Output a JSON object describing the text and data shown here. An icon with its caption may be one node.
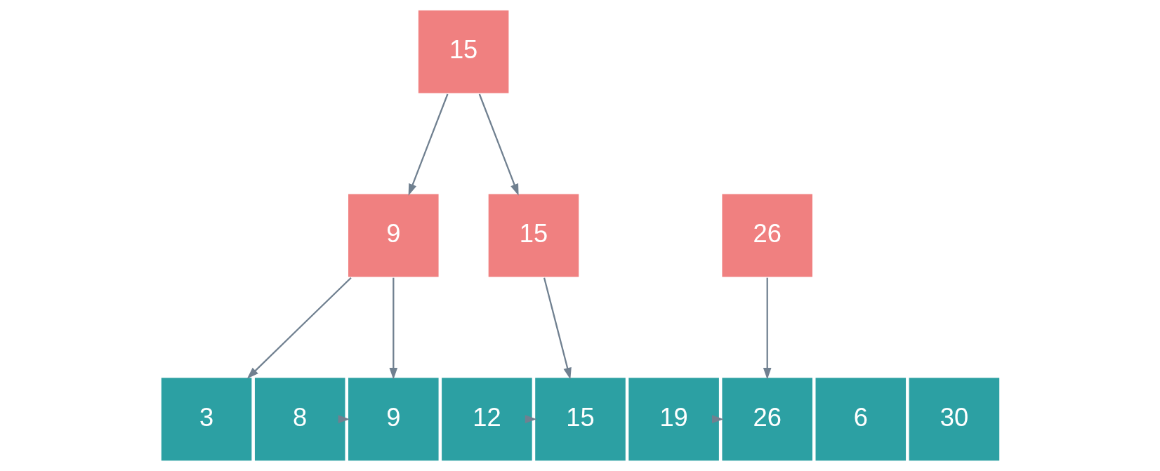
{
  "diagram": {
    "nodes": [
      {
        "text": [
          "15"
        ]
      },
      {
        "text": [
          "9"
        ]
      },
      {
        "text": [
          "15"
        ]
      },
      {
        "text": [
          "26"
        ]
      },
      {
        "text": [
          "3"
        ]
      },
      {
        "text": [
          "6"
        ]
      },
      {
        "text": [
          "8"
        ]
      },
      {
        "text": [
          "9"
        ]
      },
      {
        "text": [
          "12"
        ]
      },
      {
        "text": [
          "15"
        ]
      },
      {
        "text": [
          "19"
        ]
      },
      {
        "text": [
          "26"
        ]
      },
      {
        "text": [
          "30"
        ]
      }
    ],
    "edges": [
      {
        "from": 0,
        "to": 1,
        "arrow": "to"
      },
      {
        "from": 0,
        "to": 2,
        "arrow": "to"
      },
      {
        "from": 1,
        "to": 4,
        "arrow": "to"
      },
      {
        "from": 1,
        "to": 7,
        "arrow": "to"
      },
      {
        "from": 2,
        "to": 9,
        "arrow": "to"
      },
      {
        "from": 3,
        "to": 11,
        "arrow": "to"
      },
      {
        "from": 6,
        "to": 7,
        "arrow": "to"
      },
      {
        "from": 8,
        "to": 9,
        "arrow": "to"
      },
      {
        "from": 10,
        "to": 11,
        "arrow": "to"
      }
    ]
  }
}
